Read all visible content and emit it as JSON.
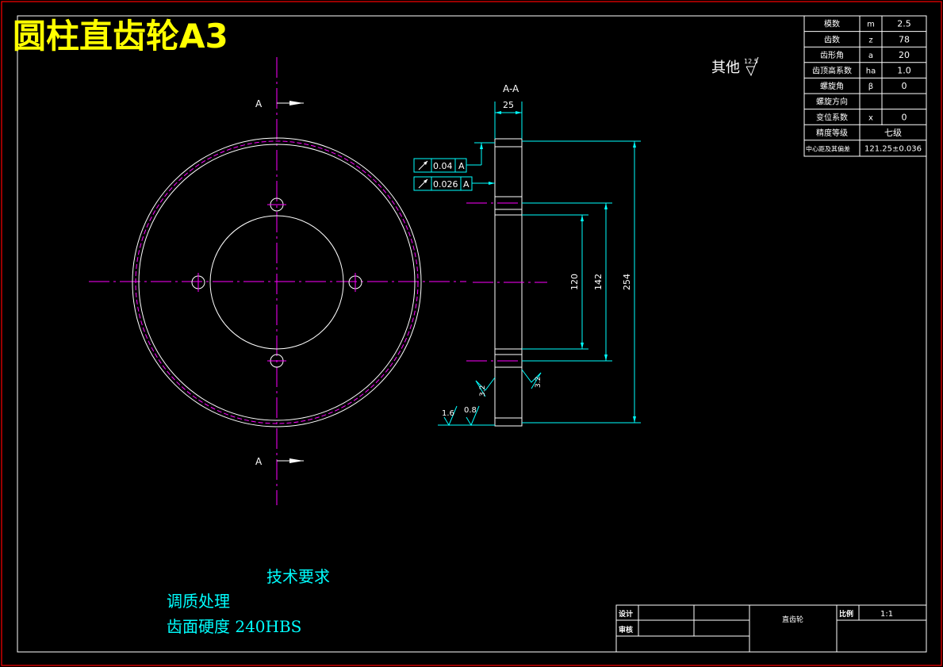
{
  "colors": {
    "background": "#000000",
    "frame_red": "#ff0000",
    "drawing_white": "#ffffff",
    "center_magenta": "#ff00ff",
    "dimension_cyan": "#00ffff",
    "title_yellow": "#ffff00"
  },
  "title": "圆柱直齿轮A3",
  "section_marker": {
    "top_label": "A",
    "bottom_label": "A",
    "view_title": "A-A"
  },
  "roughness_note": {
    "label": "其他",
    "value": "12.5"
  },
  "dimensions": {
    "width": "25",
    "bore": "120",
    "bolt_circle": "142",
    "outer": "254"
  },
  "tolerances": [
    {
      "value": "0.04",
      "datum": "A"
    },
    {
      "value": "0.026",
      "datum": "A"
    }
  ],
  "roughness_marks": {
    "left_face": "3.2",
    "right_face": "3.2",
    "bottom_a": "1.6",
    "bottom_b": "0.8"
  },
  "param_table": [
    {
      "name": "模数",
      "symbol": "m",
      "value": "2.5"
    },
    {
      "name": "齿数",
      "symbol": "z",
      "value": "78"
    },
    {
      "name": "齿形角",
      "symbol": "a",
      "value": "20"
    },
    {
      "name": "齿顶高系数",
      "symbol": "ha",
      "value": "1.0"
    },
    {
      "name": "螺旋角",
      "symbol": "β",
      "value": "0"
    },
    {
      "name": "螺旋方向",
      "symbol": "",
      "value": ""
    },
    {
      "name": "变位系数",
      "symbol": "x",
      "value": "0"
    },
    {
      "name": "精度等级",
      "symbol": "",
      "value": "七级"
    },
    {
      "name": "中心距及其偏差",
      "symbol": "",
      "value": "121.25±0.036"
    }
  ],
  "tech_requirements": {
    "heading": "技术要求",
    "lines": [
      "调质处理",
      "齿面硬度 240HBS"
    ]
  },
  "title_block": {
    "design_label": "设计",
    "review_label": "审核",
    "part_name": "直齿轮",
    "scale_label": "比例",
    "scale_value": "1:1"
  }
}
